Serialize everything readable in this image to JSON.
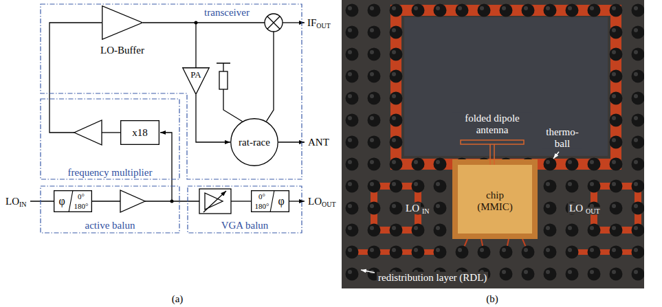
{
  "diagram": {
    "nodes": [
      {
        "text": [
          "transceiver"
        ]
      },
      {
        "text": [
          "LO-Buffer"
        ],
        "in": 0
      },
      {
        "text": [
          "PA"
        ],
        "in": 0
      },
      {
        "text": [
          "rat-race"
        ],
        "in": 0
      },
      {
        "text": [
          "frequency multiplier"
        ]
      },
      {
        "text": [
          "x18"
        ],
        "in": 4
      },
      {
        "text": [
          "active balun"
        ]
      },
      {
        "text": [
          "φ",
          "0°",
          "180°"
        ],
        "in": 6
      },
      {
        "text": [
          "VGA balun"
        ]
      },
      {
        "text": [
          "0°",
          "180°",
          "φ"
        ],
        "in": 8
      }
    ],
    "edges": [
      {
        "from": 1,
        "to": 2,
        "arrow": "none"
      },
      {
        "from": 2,
        "to": 3,
        "arrow": "to"
      }
    ],
    "labels": [
      "IF",
      "OUT",
      "ANT",
      "LO",
      "IN",
      "LO",
      "OUT",
      "(a)",
      "folded dipole antenna",
      "thermo- ball",
      "chip (MMIC)",
      "LO",
      "IN",
      "LO",
      "OUT",
      "redistribution layer (RDL)",
      "(b)"
    ]
  }
}
